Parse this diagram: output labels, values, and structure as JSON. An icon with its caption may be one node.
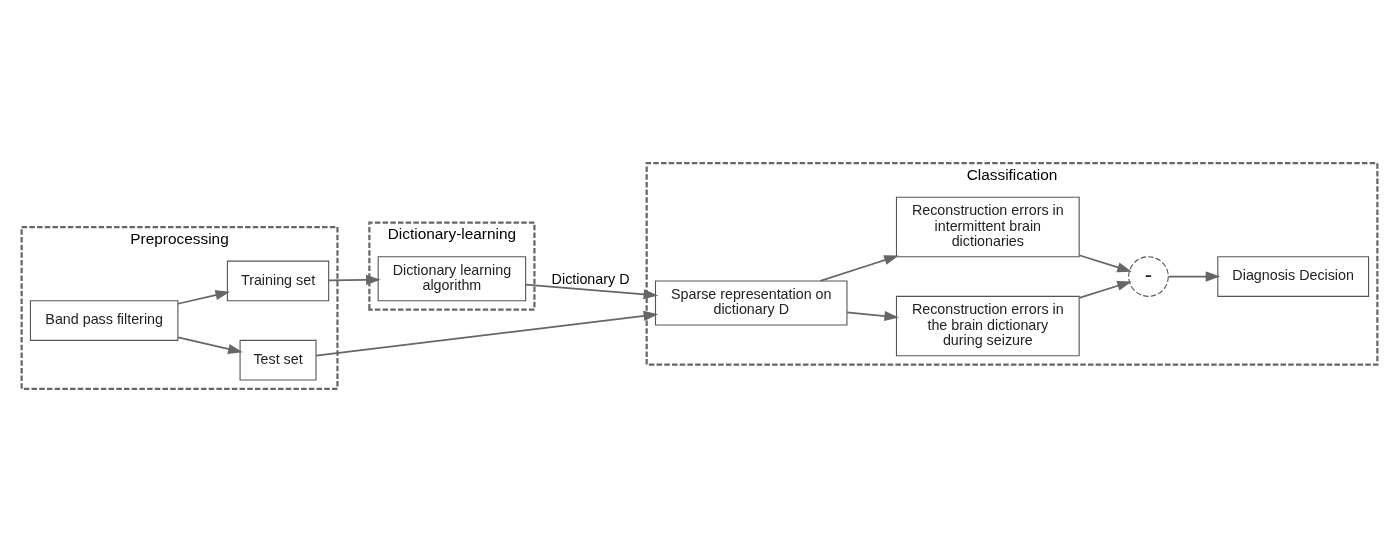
{
  "diagram": {
    "nodes": [
      {
        "text": [
          "Preprocessing"
        ]
      },
      {
        "text": [
          "Band pass filtering"
        ],
        "in": 0
      },
      {
        "text": [
          "Training set"
        ],
        "in": 0
      },
      {
        "text": [
          "Test set"
        ],
        "in": 0
      },
      {
        "text": [
          "Dictionary-learning"
        ]
      },
      {
        "text": [
          "Dictionary learning algorithm"
        ],
        "in": 4
      },
      {
        "text": [
          "Classification"
        ]
      },
      {
        "text": [
          "Sparse representation on dictionary D"
        ],
        "in": 6
      },
      {
        "text": [
          "Reconstruction errors in the brain dictionary during seizure"
        ],
        "in": 6
      },
      {
        "text": [
          "Reconstruction errors in intermittent brain dictionaries"
        ],
        "in": 6
      },
      {
        "text": [
          "-"
        ],
        "in": 6
      },
      {
        "text": [
          "Diagnosis Decision"
        ],
        "in": 6
      }
    ],
    "edges": [
      {
        "from": 1,
        "to": 2,
        "arrow": "to"
      },
      {
        "from": 1,
        "to": 3,
        "arrow": "to"
      },
      {
        "from": 2,
        "to": 5,
        "arrow": "to"
      },
      {
        "from": 3,
        "to": 7,
        "arrow": "to"
      },
      {
        "from": 5,
        "to": 7,
        "arrow": "to",
        "label": "Dictionary D"
      },
      {
        "from": 7,
        "to": 8,
        "arrow": "to"
      },
      {
        "from": 7,
        "to": 9,
        "arrow": "to"
      },
      {
        "from": 8,
        "to": 10,
        "arrow": "to"
      },
      {
        "from": 9,
        "to": 10,
        "arrow": "to"
      },
      {
        "from": 10,
        "to": 11,
        "arrow": "to"
      }
    ]
  }
}
